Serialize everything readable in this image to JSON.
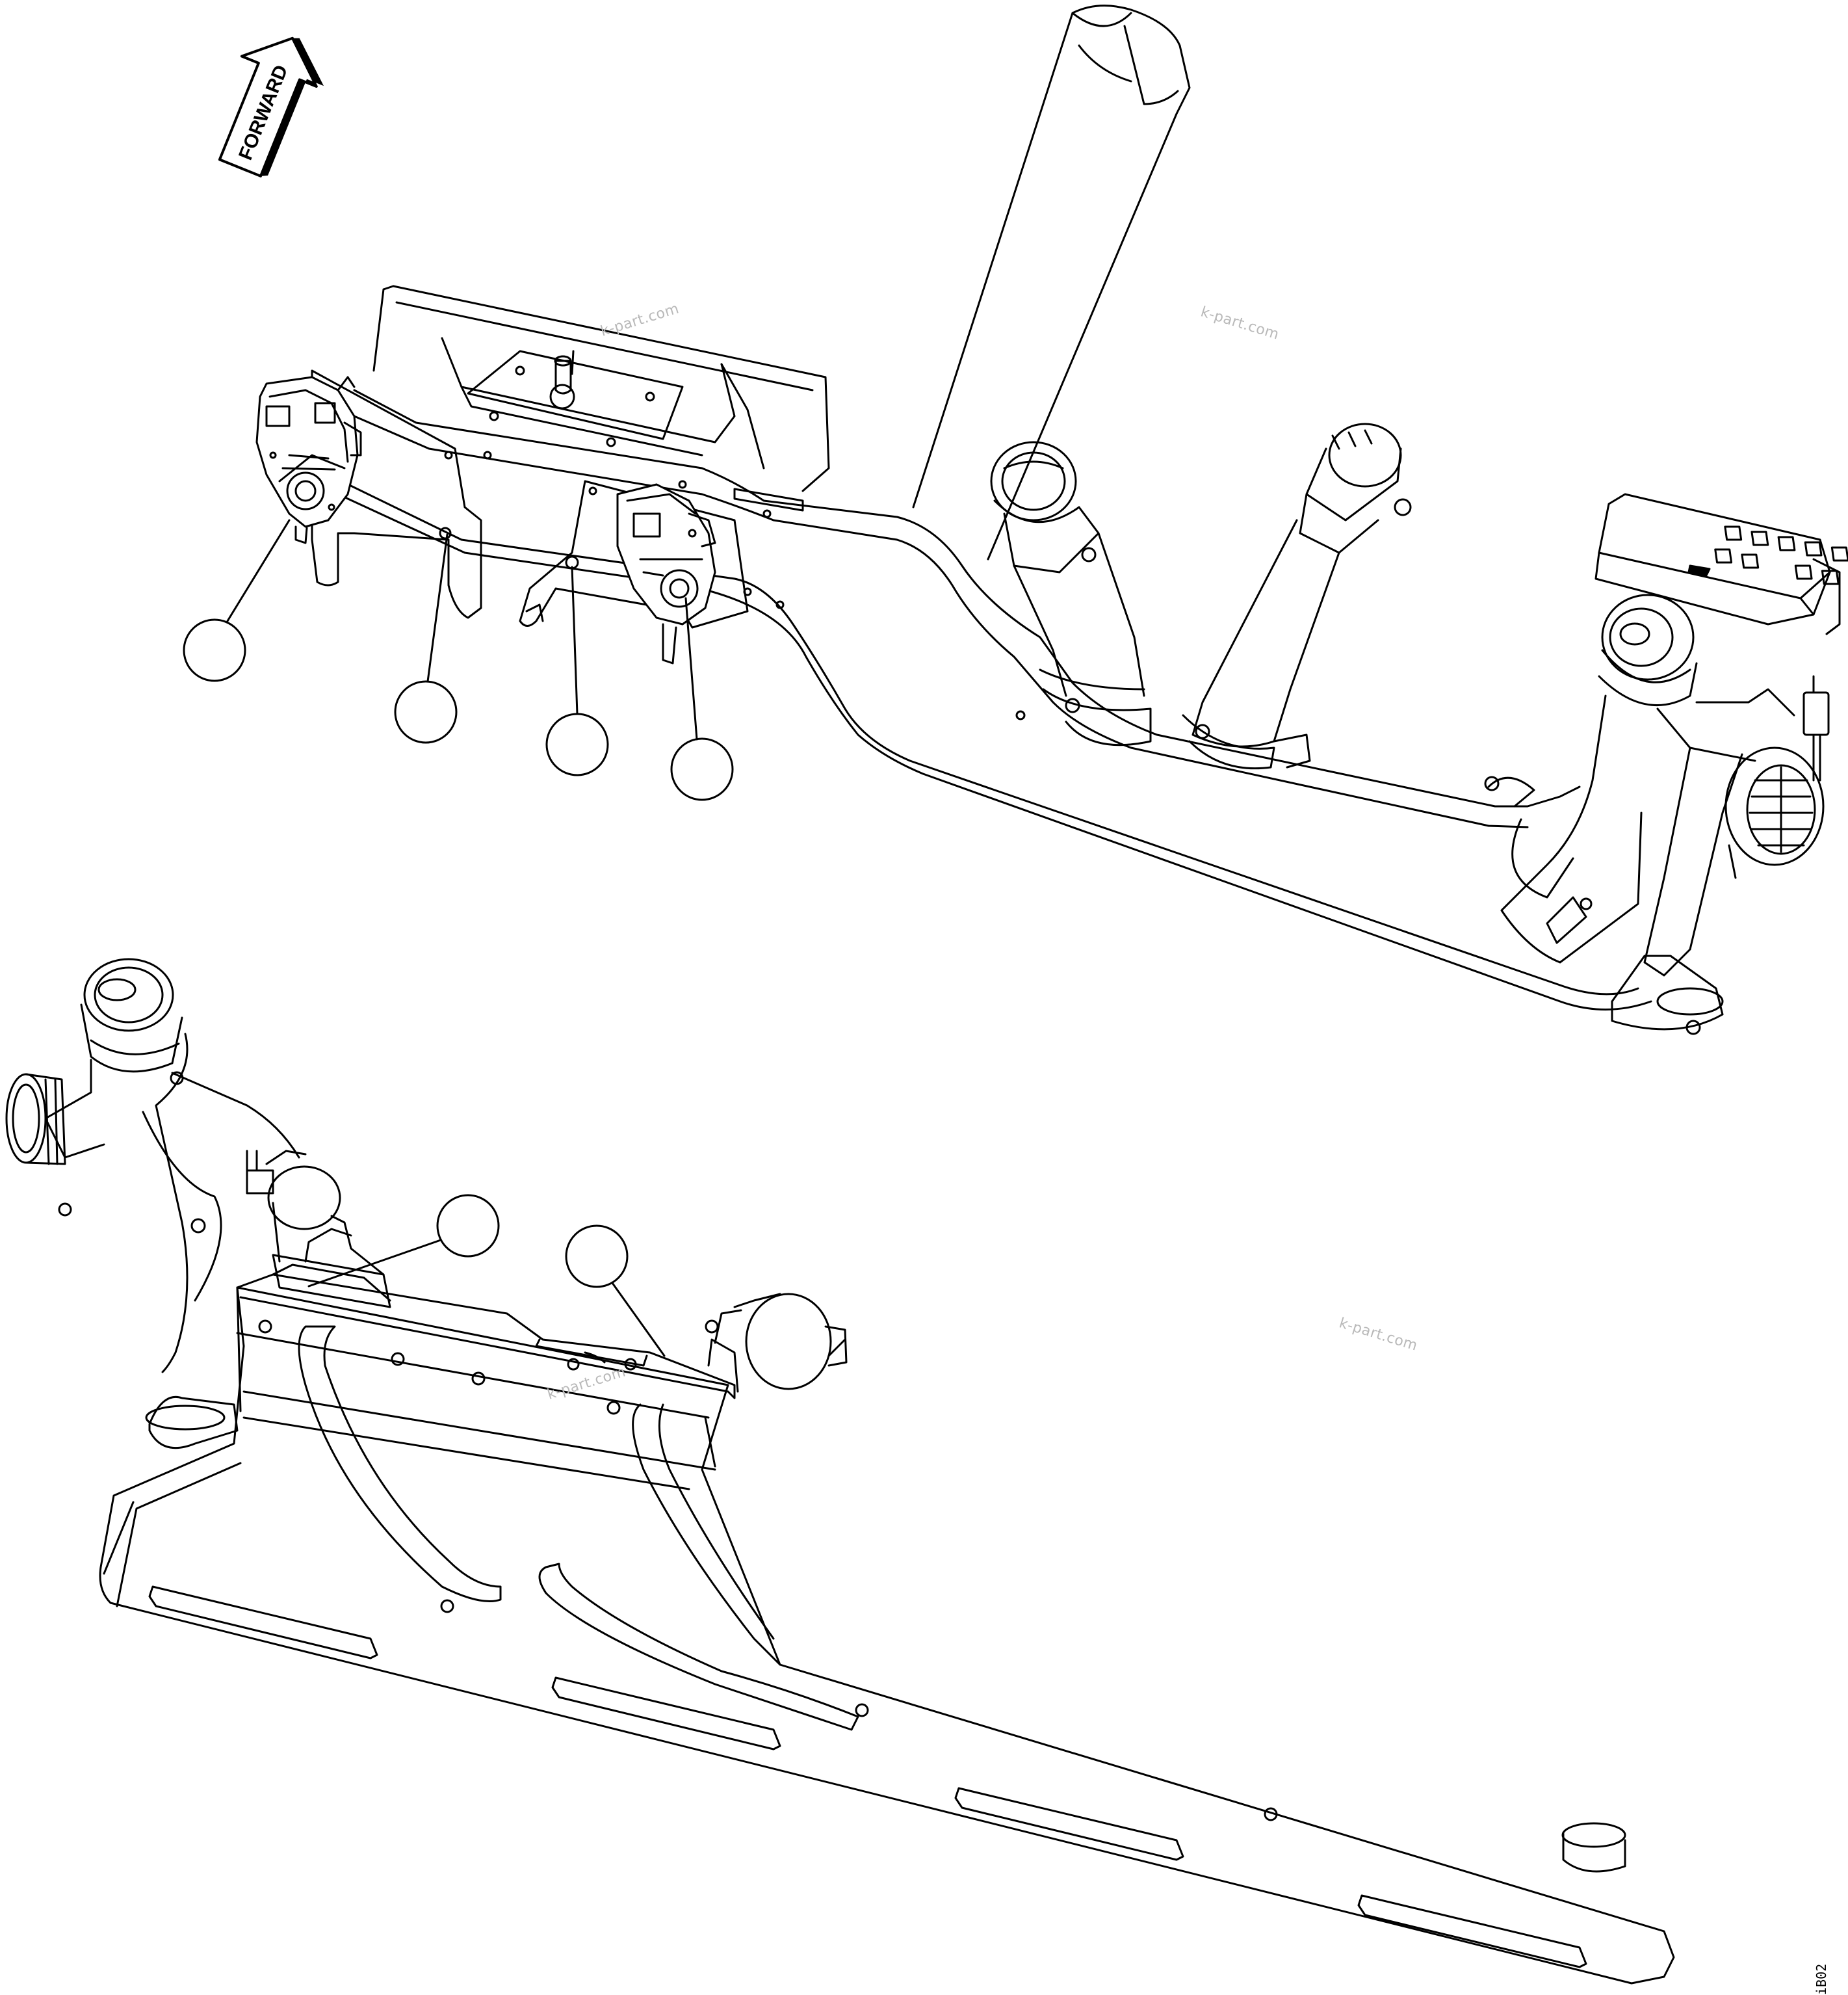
{
  "direction_arrow": {
    "label": "FORWARD"
  },
  "watermarks": [
    "k-part.com",
    "k-part.com",
    "k-part.com",
    "k-part.com"
  ],
  "drawing_code": "iB02",
  "callouts": {
    "count": 6,
    "numbers_visible": false
  }
}
